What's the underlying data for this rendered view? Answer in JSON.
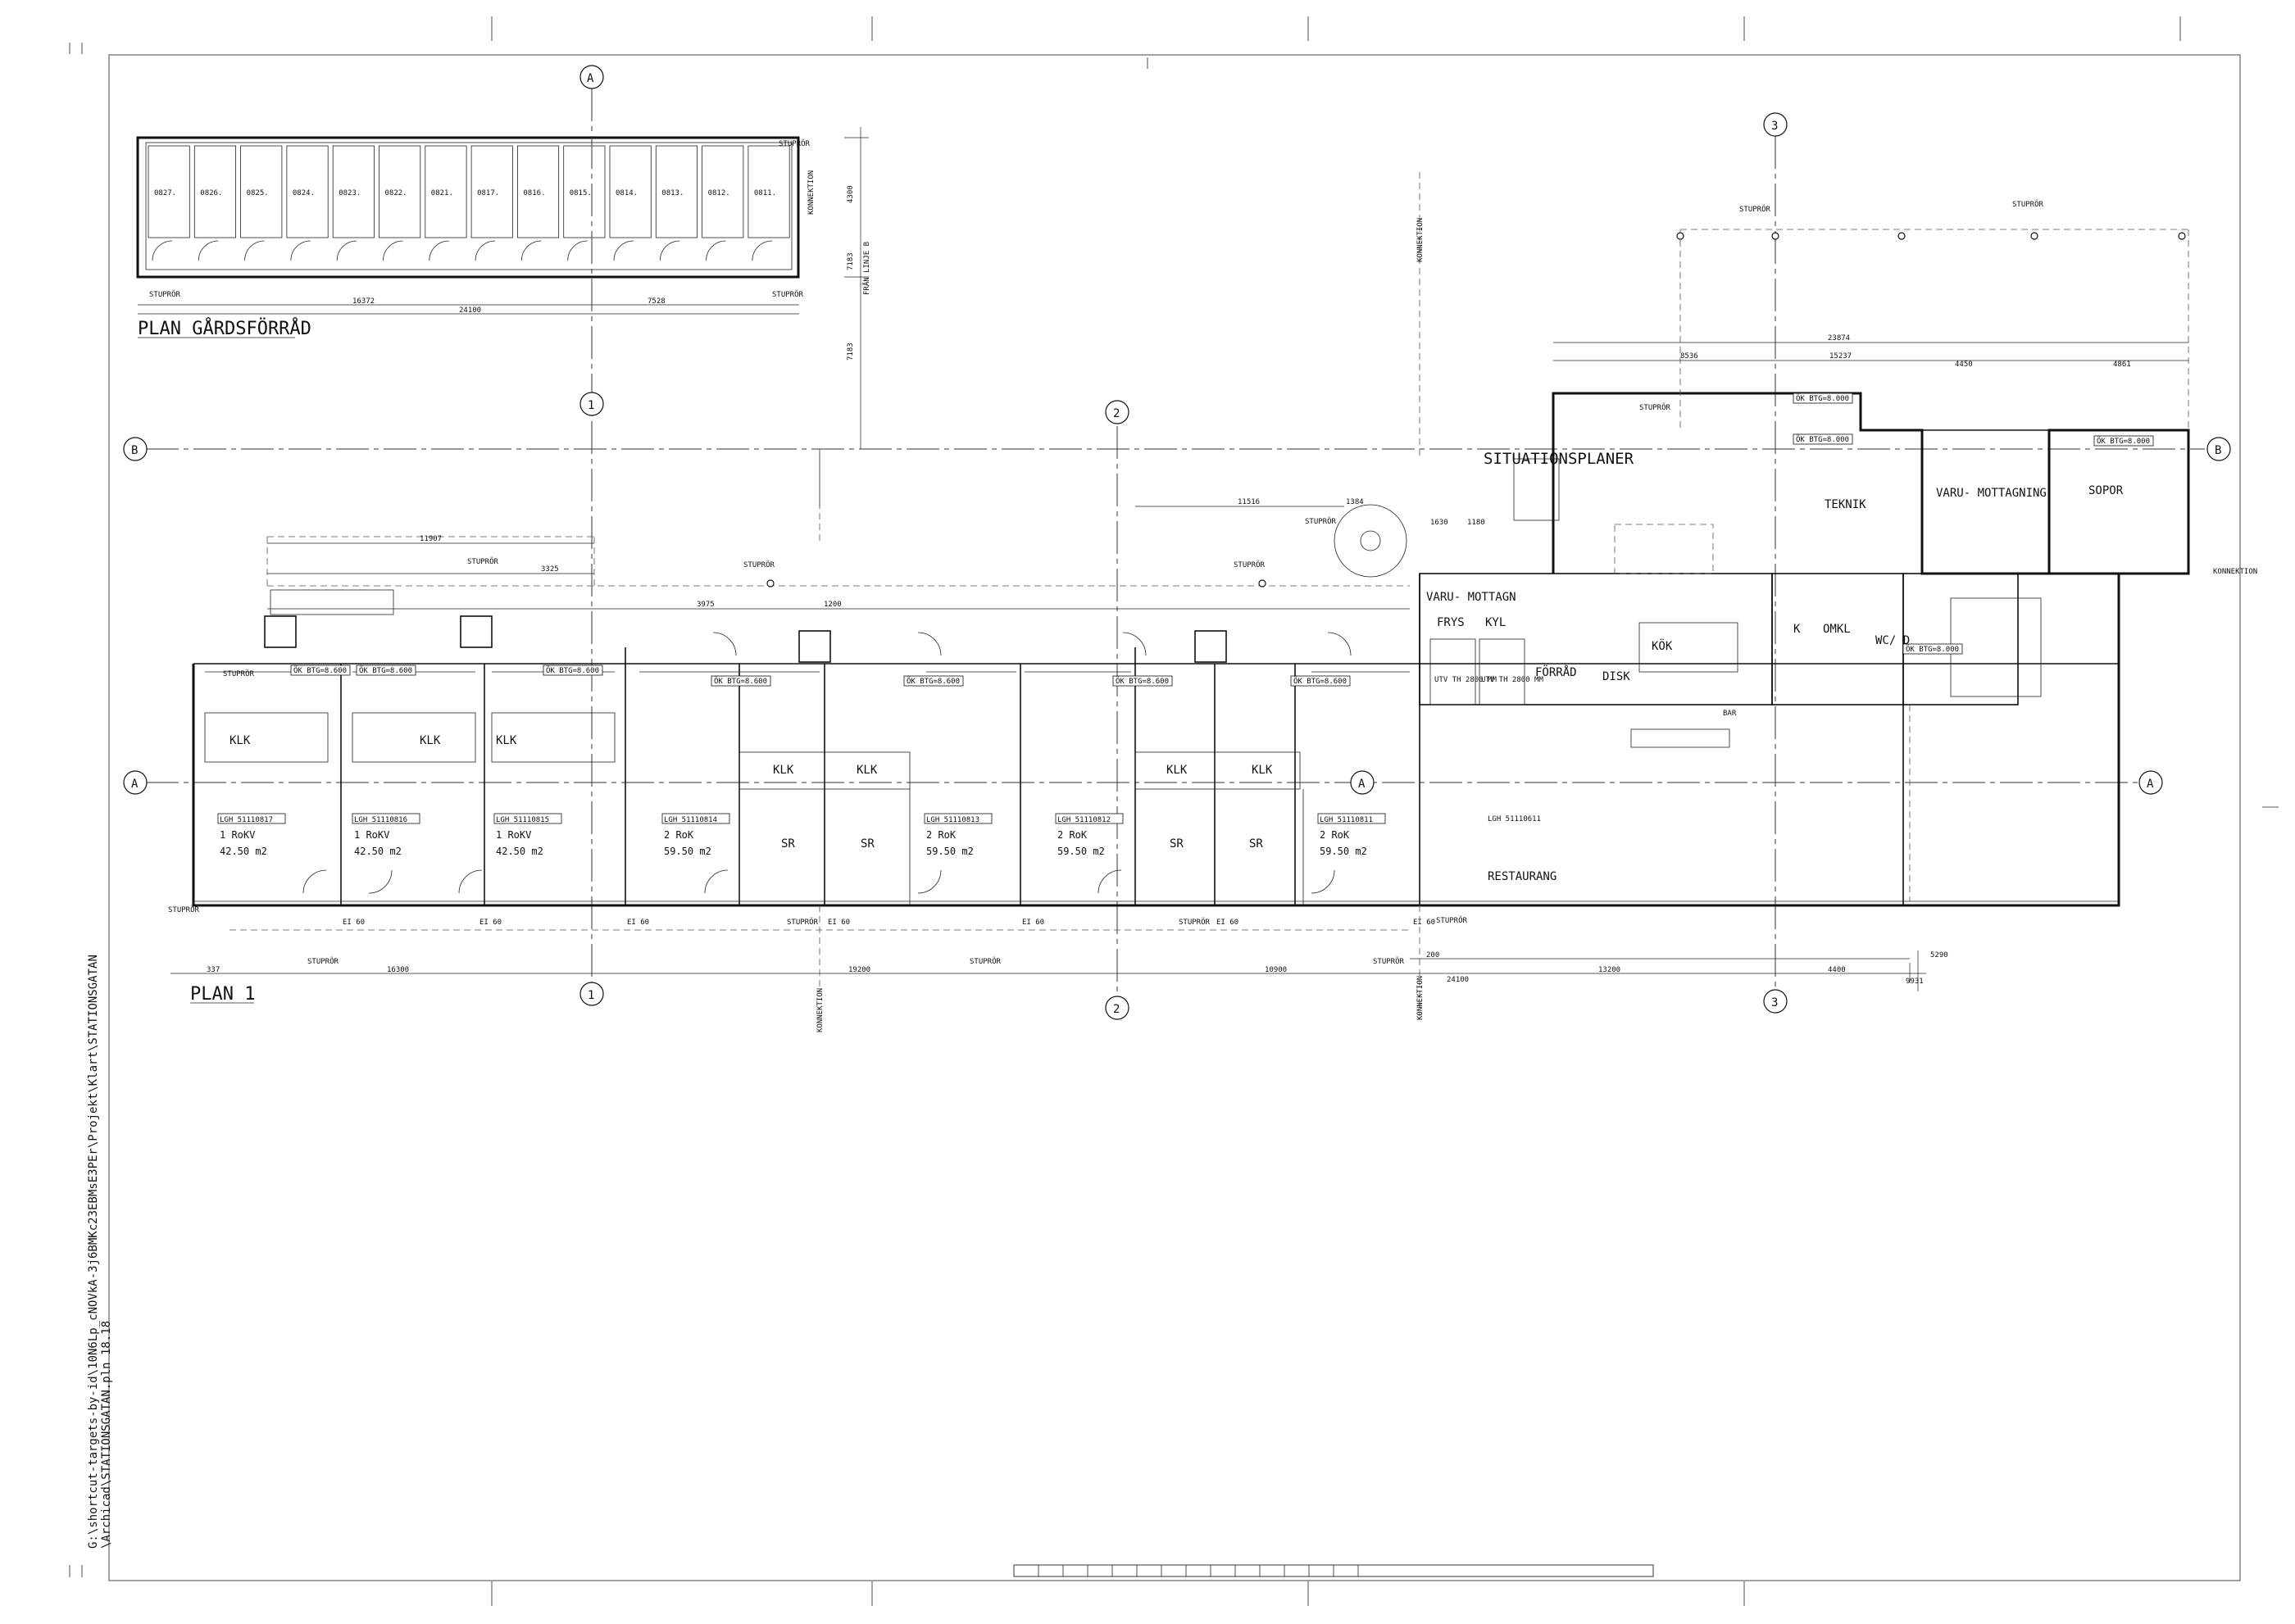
{
  "sheet": {
    "path_line_1": "G:\\shortcut-targets-by-id\\10N6Lp_cNOVkA-3j6BMKc23EBMsE3PEr\\Projekt\\Klart\\STATIONSGATAN",
    "path_line_2": "\\Archicad\\STATIONSGATAN.pln 18.18"
  },
  "garage": {
    "title": "PLAN GÅRDSFÖRRÅD",
    "units": [
      "0827.",
      "0826.",
      "0825.",
      "0824.",
      "0823.",
      "0822.",
      "0821.",
      "0817.",
      "0816.",
      "0815.",
      "0814.",
      "0813.",
      "0812.",
      "0811."
    ],
    "dim_left": "16372",
    "dim_right": "7528",
    "dim_total": "24100",
    "stuprör_top": "STUPRÖR",
    "stuprör_bottom": "STUPRÖR",
    "side_dim": "4300",
    "side_label": "FRÅN LINJE B",
    "dim_7183a": "7183",
    "dim_7183b": "7183"
  },
  "plan": {
    "title": "PLAN 1",
    "situation": "SITUATIONSPLANER",
    "konnektion": "KONNEKTION",
    "grid_a": "A",
    "grid_b": "B",
    "grid_1": "1",
    "grid_2": "2",
    "grid_3": "3",
    "apartments": [
      {
        "id": "LGH 51110817",
        "type": "1 RoKV",
        "area": "42.50 m2"
      },
      {
        "id": "LGH 51110816",
        "type": "1 RoKV",
        "area": "42.50 m2"
      },
      {
        "id": "LGH 51110815",
        "type": "1 RoKV",
        "area": "42.50 m2"
      },
      {
        "id": "LGH 51110814",
        "type": "2 RoK",
        "area": "59.50 m2"
      },
      {
        "id": "LGH 51110813",
        "type": "2 RoK",
        "area": "59.50 m2"
      },
      {
        "id": "LGH 51110812",
        "type": "2 RoK",
        "area": "59.50 m2"
      },
      {
        "id": "LGH 51110811",
        "type": "2 RoK",
        "area": "59.50 m2"
      }
    ],
    "restaurant_id": "LGH 51110611",
    "restaurang": "RESTAURANG",
    "klk": "KLK",
    "sr": "SR",
    "kok": "KÖK",
    "bar": "BAR",
    "forrad": "FÖRRÅD",
    "disk": "DISK",
    "frys": "FRYS",
    "kyl": "KYL",
    "frys_spec": "UTV TH 2800 MM",
    "kyl_spec": "UTV TH 2800 MM",
    "varumottagn": "VARU- MOTTAGN",
    "varumottagning": "VARU- MOTTAGNING",
    "teknik": "TEKNIK",
    "sopor": "SOPOR",
    "omkl": "OMKL",
    "k": "K",
    "wc": "WC/ D",
    "stupror": "STUPRÖR",
    "ok_btg": "ÖK BTG=8.600",
    "ok_btg2": "ÖK BTG=8.000",
    "e30": "EI 60",
    "dims_bottom": {
      "d1": "337",
      "d2": "16300",
      "d3": "19200",
      "d4": "10900",
      "d5": "13200",
      "d6": "4400",
      "d7": "24100",
      "d8": "200",
      "d9": "5290",
      "d10": "9931"
    },
    "dims_top": {
      "d1": "11907",
      "d2": "3325",
      "d3": "3975",
      "d4": "1200",
      "d5": "11516",
      "d6": "1384",
      "d7": "1630",
      "d8": "1180",
      "d9": "23874",
      "d10": "15237",
      "d11": "8536",
      "d12": "4450",
      "d13": "4861"
    }
  }
}
